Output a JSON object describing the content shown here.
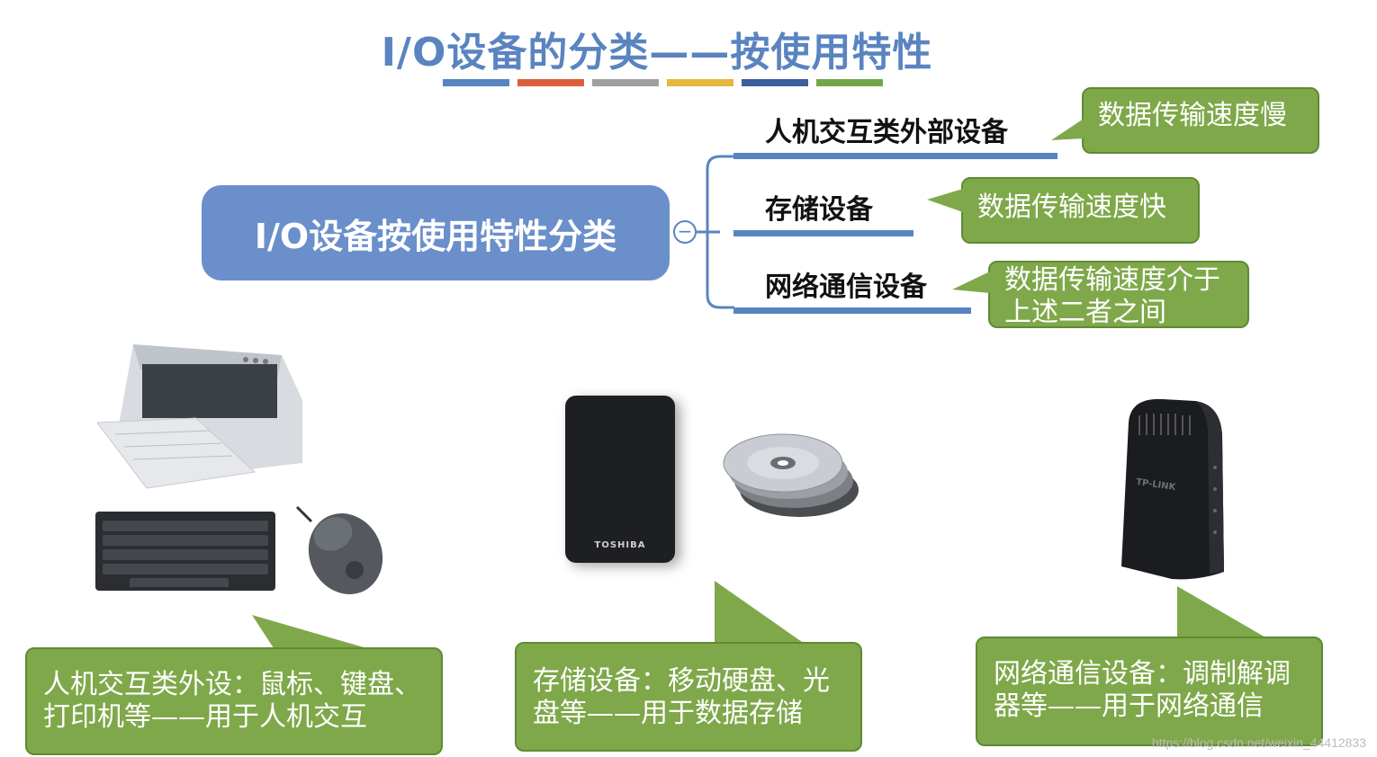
{
  "title": "I/O设备的分类——按使用特性",
  "title_bar_colors": [
    "#5a84c0",
    "#d9603a",
    "#a0a0a0",
    "#e7b63e",
    "#3d5da0",
    "#73a449"
  ],
  "root": {
    "label": "I/O设备按使用特性分类",
    "toggle": "−"
  },
  "branches": [
    {
      "label": "人机交互类外部设备",
      "note": "数据传输速度慢"
    },
    {
      "label": "存储设备",
      "note": "数据传输速度快"
    },
    {
      "label": "网络通信设备",
      "note_line1": "数据传输速度介于",
      "note_line2": "上述二者之间"
    }
  ],
  "callouts": [
    {
      "line1": "人机交互类外设：鼠标、键盘、",
      "line2": "打印机等——用于人机交互"
    },
    {
      "line1": "存储设备：移动硬盘、光",
      "line2": "盘等——用于数据存储"
    },
    {
      "line1": "网络通信设备：调制解调",
      "line2": "器等——用于网络通信"
    }
  ],
  "devices": {
    "hdd_brand": "TOSHIBA",
    "modem_brand": "TP-LINK"
  },
  "watermark": "https://blog.csdn.net/weixin_44412833",
  "colors": {
    "accent_blue": "#5a84c0",
    "note_green": "#7fa84a"
  }
}
